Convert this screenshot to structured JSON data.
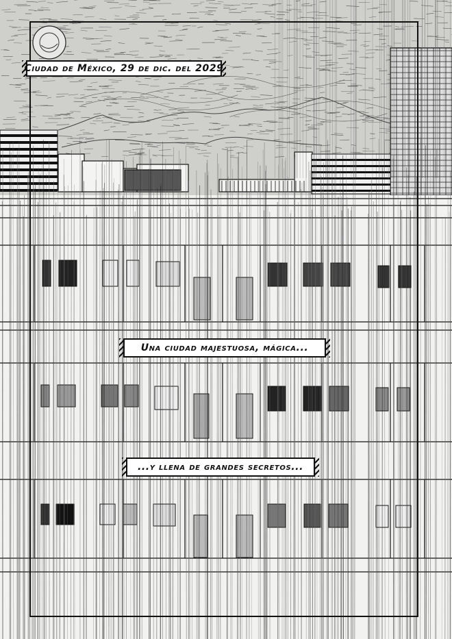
{
  "page": {
    "captions": [
      "Ciudad de México, 29 de dic. del 2029",
      "Una ciudad majestuosa, mágica...",
      "...y llena de grandes secretos..."
    ]
  },
  "colors": {
    "paper": "#f7f7f5",
    "ink": "#111111",
    "pencil": "#555555"
  },
  "art": {
    "moon": "moon-icon",
    "scene": "city-building-facade"
  }
}
